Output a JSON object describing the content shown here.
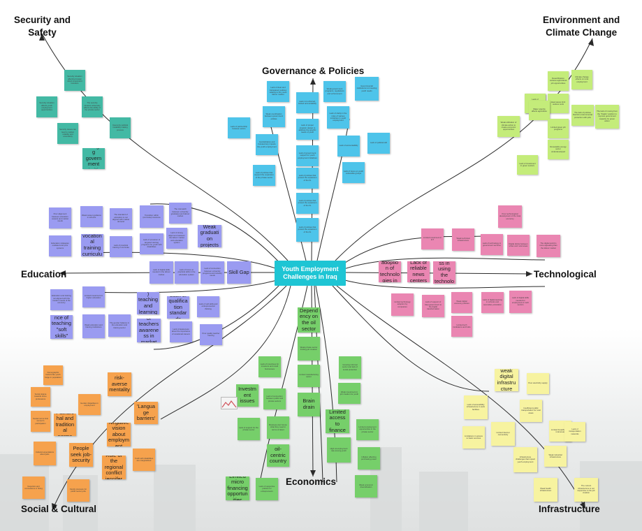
{
  "hub": {
    "label": "Youth Employment\nChallenges in Iraq"
  },
  "categories": {
    "security": "Security and\nSafety",
    "environment": "Environment and\nClimate Change",
    "governance": "Governance & Policies",
    "education": "Education",
    "technological": "Technological",
    "social": "Social & Cultural",
    "economics": "Economics",
    "infrastructure": "Infrastructure"
  },
  "notes": {
    "security": [
      "Security situation affecting foreign direct investment transfers",
      "Security situation affects youth employment opportunities",
      "The security situation adversely affects the ability of the private sector",
      "Security issues can lead to market volatility and uncertainty",
      "Insecurity political instability making process",
      "Changing government priorities"
    ],
    "governance": [
      "Lack of clear and transparent policies relating to the youth labour market",
      "Centralization and bureaucracy impede the youth employment",
      "Weak government programs, regulations and enforcement",
      "Governmental institutions not meeting youth needs",
      "Weak coordination between government entities",
      "Lack of clarity in the roles of various ministries in youth employment",
      "Laws not enforced, limited accountability",
      "Lack of proper program design to address the specific needs of youth",
      "Lack of partnership between actors",
      "Lack of political will",
      "Lack of accountability",
      "Lack of government support for youth employment initiatives",
      "Lack of policies that support the expansion of the private sector",
      "Lack of policies that protect the expansion of the IG",
      "Lack of focus on youth vulnerable groups"
    ],
    "environment": [
      "Desertification reduces agricultural job opportunities",
      "Climate change effects on rural employment",
      "Drought impact on farming livelihoods",
      "Heat waves limit outdoor work",
      "Lack of environmental awareness in workplaces",
      "Water scarcity affects agriculture",
      "Weak utilization of climate action to create economic opportunities",
      "Limited green job programs",
      "The lack of policies that link environmental protection with jobs",
      "Lack of investment in green sectors",
      "The lack of moving from the \"fragile\" position to improve government capacity for green action",
      "Renewable energy sector underdeveloped"
    ],
    "education": [
      "Poor alignment between education outputs and market needs",
      "Weak career guidance in schools",
      "The standard of education is not aligned with market demand",
      "Lack of practical training in curricula",
      "Transition within (curricula) insurance",
      "The mismatch between university graduates and labour market",
      "Education strategies outdated and poor systems",
      "Limited vocational training curriculum",
      "Lack of provision of targeted training programs for youth with disabilities",
      "Lack of strong alignment between the labour market and education system",
      "Weak graduation projects",
      "Lack of digital skills needed in the labour market",
      "Lack of focus on practical skills in the education system",
      "Lack of connection between university programs and industry needs",
      "Skill Gap",
      "Education and training not aligned with the modern needs of the economy",
      "Limited investment in higher education",
      "Old (system) teaching and learning methods",
      "Lack of qualification standards",
      "Lack of soft skills and entrepreneurial thinking",
      "Importance of teaching \"soft skills\" jennifer",
      "Weak education and training institutions",
      "The gender balance in the education and training sector",
      "The lack of teachers awareness in market need",
      "Lack of awareness about the importance of vocational careers",
      "Poor quality teacher training"
    ],
    "technological": [
      "Poor technological development of the Iraqi economy",
      "Limited investment in ICT",
      "Weak technical infrastructure",
      "Lack of technology in government services",
      "Digital divide between urban and rural areas",
      "The digital world is more appealing than the labour market",
      "Limited technology adoption by companies",
      "slow adoption of technologies in Iraq",
      "Lack of reliable news centers",
      "Weakness in using the technology",
      "Limited tech incubators and hubs",
      "Lack of support of Iraqi government to the digital transformation",
      "Weak digital economy policies",
      "Lack of digital learning in schools and secondary education",
      "Lack of digital skills needed for employment in tech sectors"
    ],
    "economics": [
      "Dependency on the oil sector",
      "Weak private sector limiting job creation",
      "Limited manufacturing sector",
      "Brain drain",
      "Lack of incentives for investors and small businesses",
      "Growing informal sector and lack of social protection",
      "Weak investment in job creation for youth",
      "Lack of connection between public and private sectors",
      "Investment issues",
      "Lack of support for the private sector",
      "Business don't know what they need in terms of talent",
      "Limited access to finance",
      "Limited employment opportunities in the private sector",
      "oil-centric country",
      "Limited micro financing opportunities",
      "Lack of supportive policies for entrepreneurs",
      "High unemployment rate among youth",
      "Inflation affecting purchasing power",
      "Weak economic diversification"
    ],
    "social": [
      "Demographic factors like youth bulge in population",
      "risk-averse mentality",
      "Gender disparities in employment",
      "Social norms limit women's participation",
      "Patriarchal and traditional norms",
      "'Language barriers'",
      "Negative vision about employment",
      "Cultural expectations about jobs",
      "People seek job-security",
      "Role of the regional conflict jennifer",
      "Youth with disabilities are marginalized",
      "Nepotism and connections in hiring",
      "Family pressure for public sector jobs",
      "Social stigma towards some professions"
    ],
    "infrastructure": [
      "weak digital infrastructure",
      "Poor electricity supply",
      "Lack of accessibility infrastructure in work facilities",
      "Insufficient public transportation for rural areas",
      "Limited internet connectivity",
      "Limitations in access to basic services",
      "Limited broadband in rural areas",
      "Weak industrial infrastructure",
      "Infrastructure challenges that impact youth employment",
      "Weak health infrastructure",
      "The current infrastructure is not supportive to the job creation",
      "Lack of transportation networks"
    ]
  },
  "colors": {
    "security": "#43b9a4",
    "governance": "#4ec4ea",
    "environment": "#c4ec7a",
    "education": "#9a9bf1",
    "technological": "#ea86b2",
    "economics": "#76cf6a",
    "social": "#f6a24d",
    "infrastructure": "#f7f3a0",
    "hub": "#1ec5d4"
  },
  "icons": [
    "image-thumbnail-icon"
  ]
}
